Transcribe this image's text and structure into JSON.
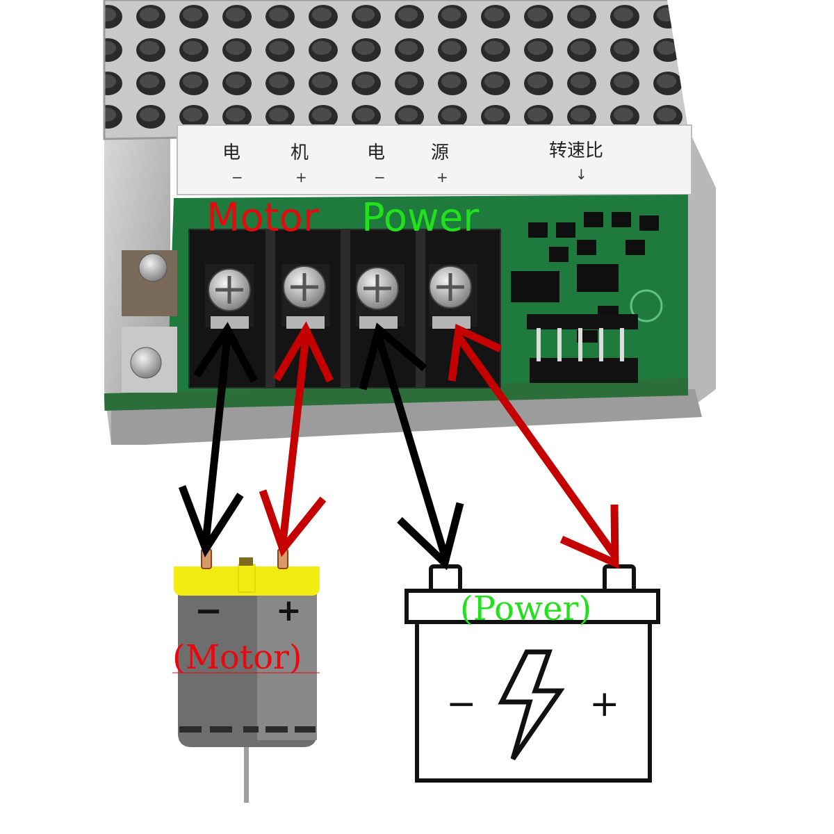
{
  "terminal_labels": {
    "motor_char1": "电",
    "motor_char2": "机",
    "power_char1": "电",
    "power_char2": "源",
    "speed_ratio": "转速比",
    "arrow_down": "↓",
    "minus": "−",
    "plus": "+"
  },
  "overlay": {
    "motor_label": "Motor",
    "power_label": "Power",
    "motor_paren": "(Motor)",
    "power_paren": "(Power)",
    "motor_minus": "−",
    "motor_plus": "+",
    "battery_minus": "−",
    "battery_plus": "+"
  },
  "colors": {
    "motor_text": "#e8090e",
    "power_text": "#22e01c",
    "arrow_black": "#000000",
    "arrow_red": "#c40000",
    "motor_body": "#6f6f6f",
    "motor_cap": "#f2ec12",
    "pcb_green": "#1f7a3e"
  },
  "icons": [
    "motor-icon",
    "battery-icon",
    "lightning-icon",
    "screw-icon"
  ]
}
